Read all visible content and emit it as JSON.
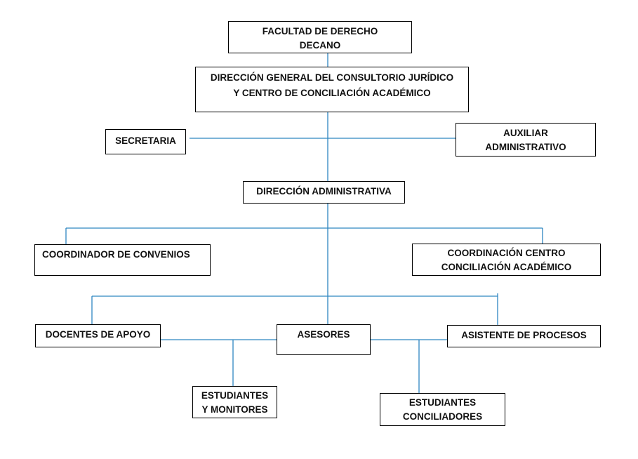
{
  "diagram": {
    "title": "Organigrama Consultorio Jurídico",
    "line_color": "#2e86c1",
    "nodes": [
      {
        "id": "facultad",
        "label": "FACULTAD DE DERECHO\nDECANO"
      },
      {
        "id": "direccion_general",
        "label": "DIRECCIÓN GENERAL DEL CONSULTORIO JURÍDICO\nY CENTRO DE CONCILIACIÓN ACADÉMICO"
      },
      {
        "id": "secretaria",
        "label": "SECRETARIA"
      },
      {
        "id": "auxiliar",
        "label": "AUXILIAR\nADMINISTRATIVO"
      },
      {
        "id": "direccion_admin",
        "label": "DIRECCIÓN ADMINISTRATIVA"
      },
      {
        "id": "coord_convenios",
        "label": "COORDINADOR DE CONVENIOS"
      },
      {
        "id": "coord_centro",
        "label": "COORDINACIÓN CENTRO\nCONCILIACIÓN ACADÉMICO"
      },
      {
        "id": "docentes",
        "label": "DOCENTES DE APOYO"
      },
      {
        "id": "asesores",
        "label": "ASESORES"
      },
      {
        "id": "asistente",
        "label": "ASISTENTE DE PROCESOS"
      },
      {
        "id": "estudiantes_monitores",
        "label": "ESTUDIANTES\nY MONITORES"
      },
      {
        "id": "estudiantes_conciliadores",
        "label": "ESTUDIANTES\nCONCILIADORES"
      }
    ],
    "edges": [
      [
        "facultad",
        "direccion_general"
      ],
      [
        "direccion_general",
        "secretaria"
      ],
      [
        "direccion_general",
        "auxiliar"
      ],
      [
        "direccion_general",
        "direccion_admin"
      ],
      [
        "direccion_admin",
        "coord_convenios"
      ],
      [
        "direccion_admin",
        "coord_centro"
      ],
      [
        "direccion_admin",
        "docentes"
      ],
      [
        "direccion_admin",
        "asesores"
      ],
      [
        "direccion_admin",
        "asistente"
      ],
      [
        "docentes",
        "asesores"
      ],
      [
        "asesores",
        "asistente"
      ],
      [
        "asesores",
        "estudiantes_monitores"
      ],
      [
        "asesores",
        "estudiantes_conciliadores"
      ]
    ]
  }
}
